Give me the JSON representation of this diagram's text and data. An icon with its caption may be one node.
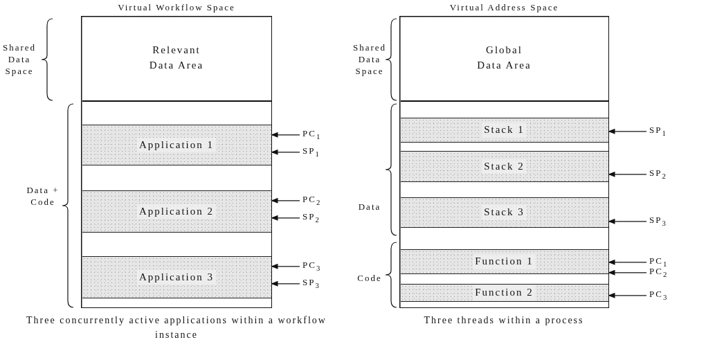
{
  "diagram": {
    "nodes": [
      {
        "text": [
          "Virtual Workflow Space"
        ]
      },
      {
        "text": [
          "Relevant Data Area"
        ],
        "in": 0
      },
      {
        "text": [
          "Application 1"
        ],
        "in": 0
      },
      {
        "text": [
          "Application 2"
        ],
        "in": 0
      },
      {
        "text": [
          "Application 3"
        ],
        "in": 0
      },
      {
        "text": [
          "PC$_{1}$"
        ]
      },
      {
        "text": [
          "SP$_{1}$"
        ]
      },
      {
        "text": [
          "PC$_{2}$"
        ]
      },
      {
        "text": [
          "SP$_{2}$"
        ]
      },
      {
        "text": [
          "PC$_{3}$"
        ]
      },
      {
        "text": [
          "SP$_{3}$"
        ]
      },
      {
        "text": [
          "Virtual Address Space"
        ]
      },
      {
        "text": [
          "Global Data Area"
        ],
        "in": 11
      },
      {
        "text": [
          "Stack 1"
        ],
        "in": 11
      },
      {
        "text": [
          "Stack 2"
        ],
        "in": 11
      },
      {
        "text": [
          "Stack 3"
        ],
        "in": 11
      },
      {
        "text": [
          "Function 1"
        ],
        "in": 11
      },
      {
        "text": [
          "Function 2"
        ],
        "in": 11
      },
      {
        "text": [
          "SP$_{1}$"
        ]
      },
      {
        "text": [
          "SP$_{2}$"
        ]
      },
      {
        "text": [
          "SP$_{3}$"
        ]
      },
      {
        "text": [
          "PC$_{1}$"
        ]
      },
      {
        "text": [
          "PC$_{2}$"
        ]
      },
      {
        "text": [
          "PC$_{3}$"
        ]
      }
    ],
    "edges": [
      {
        "from": 5,
        "to": 2,
        "arrow": "to"
      },
      {
        "from": 6,
        "to": 2,
        "arrow": "to"
      },
      {
        "from": 7,
        "to": 3,
        "arrow": "to"
      },
      {
        "from": 8,
        "to": 3,
        "arrow": "to"
      },
      {
        "from": 9,
        "to": 4,
        "arrow": "to"
      },
      {
        "from": 10,
        "to": 4,
        "arrow": "to"
      },
      {
        "from": 18,
        "to": 13,
        "arrow": "to"
      },
      {
        "from": 19,
        "to": 14,
        "arrow": "to"
      },
      {
        "from": 20,
        "to": 15,
        "arrow": "to"
      },
      {
        "from": 21,
        "to": 16,
        "arrow": "to"
      },
      {
        "from": 22,
        "to": 16,
        "arrow": "to"
      },
      {
        "from": 23,
        "to": 17,
        "arrow": "to"
      }
    ],
    "labels": [
      "Shared Data Space",
      "Data + Code",
      "Shared Data Space",
      "Data",
      "Code",
      "Three concurrently active applications within a workflow instance",
      "Three threads within a process"
    ]
  }
}
